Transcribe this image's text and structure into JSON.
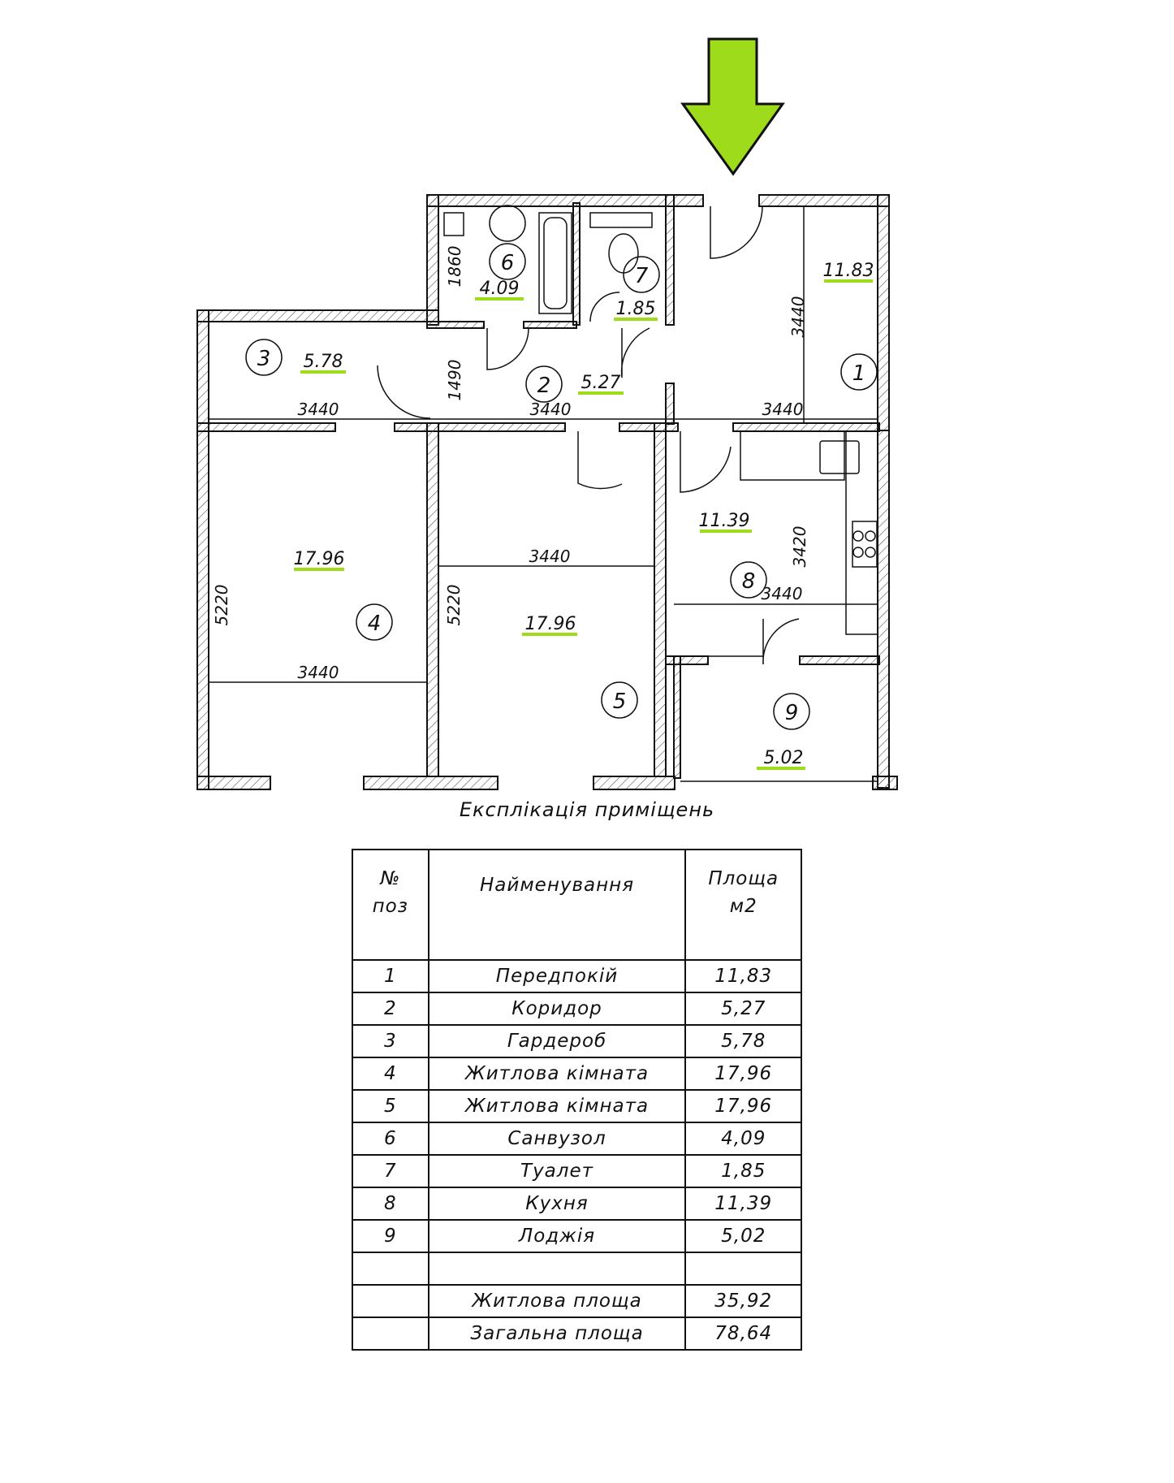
{
  "entrance_arrow": {
    "icon": "entrance-arrow-icon",
    "color": "#9edb1a"
  },
  "colors": {
    "wall_line": "#111111",
    "area_underline": "#9edb1a",
    "hatch": "#555555"
  },
  "rooms": [
    {
      "num": "1",
      "area": "11.83"
    },
    {
      "num": "2",
      "area": "5.27"
    },
    {
      "num": "3",
      "area": "5.78"
    },
    {
      "num": "4",
      "area": "17.96"
    },
    {
      "num": "5",
      "area": "17.96"
    },
    {
      "num": "6",
      "area": "4.09"
    },
    {
      "num": "7",
      "area": "1.85"
    },
    {
      "num": "8",
      "area": "11.39"
    },
    {
      "num": "9",
      "area": "5.02"
    }
  ],
  "dimensions": [
    "1860",
    "3440",
    "1490",
    "3440",
    "3440",
    "3440",
    "5220",
    "3440",
    "5220",
    "3420",
    "3440",
    "3440"
  ],
  "caption": "Експлікація приміщень",
  "table": {
    "headers": {
      "pos_line1": "№",
      "pos_line2": "поз",
      "name": "Найменування",
      "area_line1": "Площа",
      "area_line2": "м2"
    },
    "rows": [
      {
        "pos": "1",
        "name": "Передпокій",
        "area": "11,83"
      },
      {
        "pos": "2",
        "name": "Коридор",
        "area": "5,27"
      },
      {
        "pos": "3",
        "name": "Гардероб",
        "area": "5,78"
      },
      {
        "pos": "4",
        "name": "Житлова кімната",
        "area": "17,96"
      },
      {
        "pos": "5",
        "name": "Житлова кімната",
        "area": "17,96"
      },
      {
        "pos": "6",
        "name": "Санвузол",
        "area": "4,09"
      },
      {
        "pos": "7",
        "name": "Туалет",
        "area": "1,85"
      },
      {
        "pos": "8",
        "name": "Кухня",
        "area": "11,39"
      },
      {
        "pos": "9",
        "name": "Лоджія",
        "area": "5,02"
      },
      {
        "pos": "",
        "name": "",
        "area": ""
      }
    ],
    "totals": [
      {
        "label": "Житлова площа",
        "value": "35,92"
      },
      {
        "label": "Загальна площа",
        "value": "78,64"
      }
    ]
  }
}
